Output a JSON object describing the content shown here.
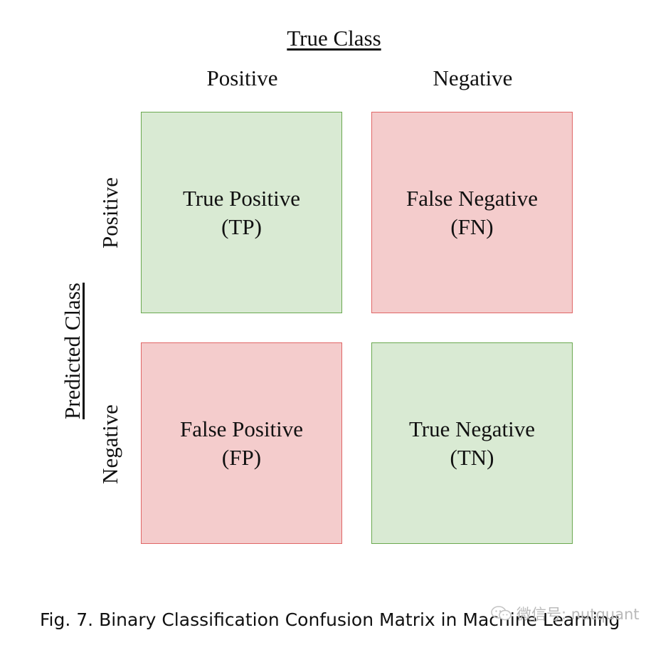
{
  "header": {
    "title": "True Class",
    "columns": [
      "Positive",
      "Negative"
    ]
  },
  "side": {
    "title": "Predicted Class",
    "rows": [
      "Positive",
      "Negative"
    ]
  },
  "matrix": {
    "tp": {
      "line1": "True Positive",
      "line2": "(TP)",
      "color": "#d9ead3",
      "border": "#6aa84f"
    },
    "fn": {
      "line1": "False Negative",
      "line2": "(FN)",
      "color": "#f4cccc",
      "border": "#e06666"
    },
    "fp": {
      "line1": "False Positive",
      "line2": "(FP)",
      "color": "#f4cccc",
      "border": "#e06666"
    },
    "tn": {
      "line1": "True Negative",
      "line2": "(TN)",
      "color": "#d9ead3",
      "border": "#6aa84f"
    }
  },
  "caption": "Fig. 7.  Binary Classification Confusion Matrix in Machine Learning",
  "watermark": {
    "text": "微信号: nutquant",
    "icon": "wechat-icon"
  }
}
